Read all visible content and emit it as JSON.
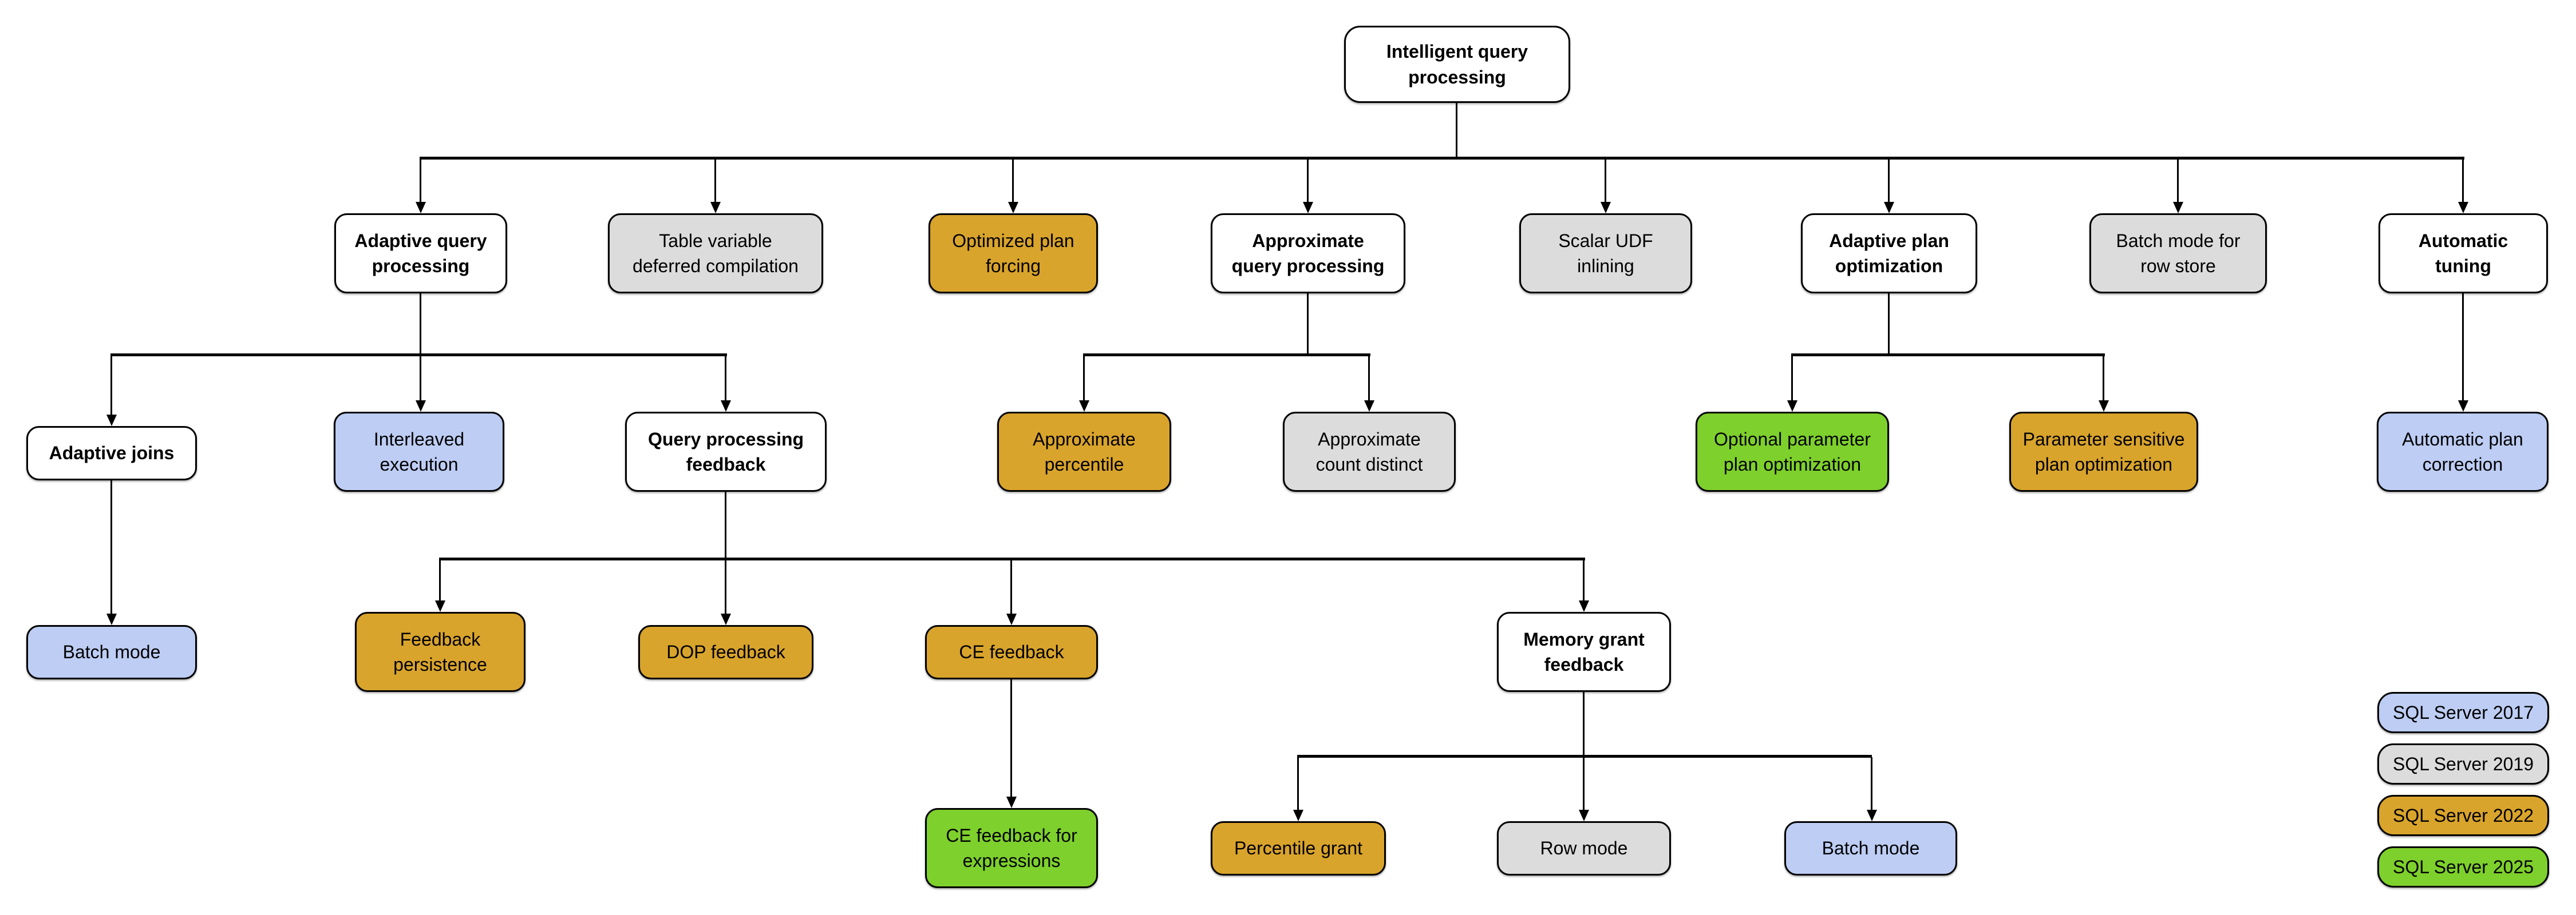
{
  "colors": {
    "category": "#ffffff",
    "sql2017": "#bdcdf4",
    "sql2019": "#dcdcdc",
    "sql2022": "#d9a42c",
    "sql2025": "#7ed02c"
  },
  "nodes": {
    "root": {
      "label": "Intelligent query\nprocessing",
      "version": "category"
    },
    "adaptive_query_processing": {
      "label": "Adaptive query\nprocessing",
      "version": "category"
    },
    "table_variable_deferred_compilation": {
      "label": "Table variable\ndeferred compilation",
      "version": "sql2019"
    },
    "optimized_plan_forcing": {
      "label": "Optimized plan\nforcing",
      "version": "sql2022"
    },
    "approximate_query_processing": {
      "label": "Approximate\nquery processing",
      "version": "category"
    },
    "scalar_udf_inlining": {
      "label": "Scalar UDF\ninlining",
      "version": "sql2019"
    },
    "adaptive_plan_optimization": {
      "label": "Adaptive plan\noptimization",
      "version": "category"
    },
    "batch_mode_row_store": {
      "label": "Batch mode for\nrow store",
      "version": "sql2019"
    },
    "automatic_tuning": {
      "label": "Automatic\ntuning",
      "version": "category"
    },
    "adaptive_joins": {
      "label": "Adaptive joins",
      "version": "category"
    },
    "interleaved_execution": {
      "label": "Interleaved\nexecution",
      "version": "sql2017"
    },
    "query_processing_feedback": {
      "label": "Query processing\nfeedback",
      "version": "category"
    },
    "approximate_percentile": {
      "label": "Approximate\npercentile",
      "version": "sql2022"
    },
    "approximate_count_distinct": {
      "label": "Approximate\ncount distinct",
      "version": "sql2019"
    },
    "optional_parameter_plan_optimization": {
      "label": "Optional parameter\nplan optimization",
      "version": "sql2025"
    },
    "parameter_sensitive_plan_optimization": {
      "label": "Parameter sensitive\nplan optimization",
      "version": "sql2022"
    },
    "automatic_plan_correction": {
      "label": "Automatic plan\ncorrection",
      "version": "sql2017"
    },
    "batch_mode_adaptive_joins": {
      "label": "Batch mode",
      "version": "sql2017"
    },
    "feedback_persistence": {
      "label": "Feedback\npersistence",
      "version": "sql2022"
    },
    "dop_feedback": {
      "label": "DOP feedback",
      "version": "sql2022"
    },
    "ce_feedback": {
      "label": "CE feedback",
      "version": "sql2022"
    },
    "memory_grant_feedback": {
      "label": "Memory grant\nfeedback",
      "version": "category"
    },
    "ce_feedback_for_expressions": {
      "label": "CE feedback for\nexpressions",
      "version": "sql2025"
    },
    "percentile_grant": {
      "label": "Percentile grant",
      "version": "sql2022"
    },
    "row_mode": {
      "label": "Row mode",
      "version": "sql2019"
    },
    "batch_mode_memory_grant": {
      "label": "Batch mode",
      "version": "sql2017"
    }
  },
  "edges": [
    [
      "root",
      "adaptive_query_processing"
    ],
    [
      "root",
      "table_variable_deferred_compilation"
    ],
    [
      "root",
      "optimized_plan_forcing"
    ],
    [
      "root",
      "approximate_query_processing"
    ],
    [
      "root",
      "scalar_udf_inlining"
    ],
    [
      "root",
      "adaptive_plan_optimization"
    ],
    [
      "root",
      "batch_mode_row_store"
    ],
    [
      "root",
      "automatic_tuning"
    ],
    [
      "adaptive_query_processing",
      "adaptive_joins"
    ],
    [
      "adaptive_query_processing",
      "interleaved_execution"
    ],
    [
      "adaptive_query_processing",
      "query_processing_feedback"
    ],
    [
      "approximate_query_processing",
      "approximate_percentile"
    ],
    [
      "approximate_query_processing",
      "approximate_count_distinct"
    ],
    [
      "adaptive_plan_optimization",
      "optional_parameter_plan_optimization"
    ],
    [
      "adaptive_plan_optimization",
      "parameter_sensitive_plan_optimization"
    ],
    [
      "automatic_tuning",
      "automatic_plan_correction"
    ],
    [
      "adaptive_joins",
      "batch_mode_adaptive_joins"
    ],
    [
      "query_processing_feedback",
      "feedback_persistence"
    ],
    [
      "query_processing_feedback",
      "dop_feedback"
    ],
    [
      "query_processing_feedback",
      "ce_feedback"
    ],
    [
      "query_processing_feedback",
      "memory_grant_feedback"
    ],
    [
      "ce_feedback",
      "ce_feedback_for_expressions"
    ],
    [
      "memory_grant_feedback",
      "percentile_grant"
    ],
    [
      "memory_grant_feedback",
      "row_mode"
    ],
    [
      "memory_grant_feedback",
      "batch_mode_memory_grant"
    ]
  ],
  "legend": [
    {
      "label": "SQL Server 2017",
      "color_key": "sql2017"
    },
    {
      "label": "SQL Server 2019",
      "color_key": "sql2019"
    },
    {
      "label": "SQL Server 2022",
      "color_key": "sql2022"
    },
    {
      "label": "SQL Server 2025",
      "color_key": "sql2025"
    }
  ]
}
